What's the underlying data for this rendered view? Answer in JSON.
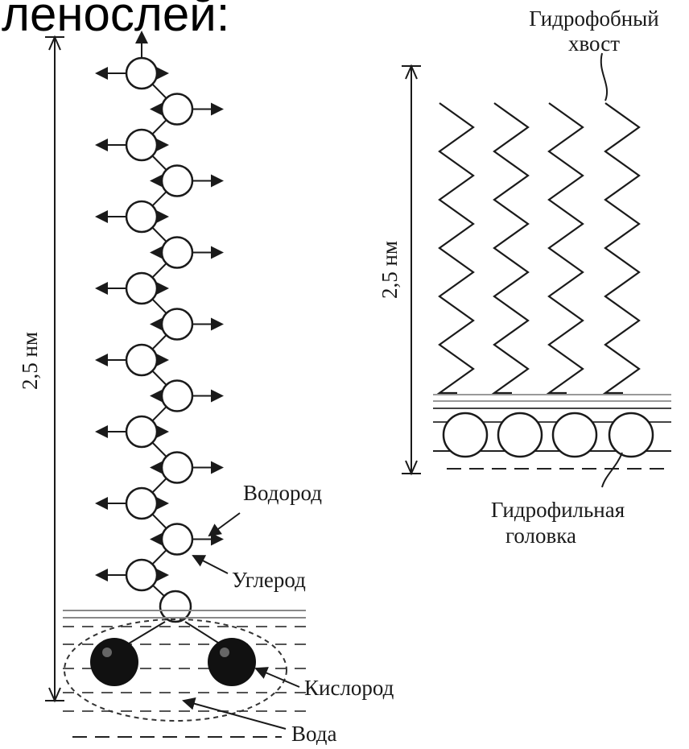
{
  "header_fragment": "ленослей:",
  "left": {
    "size_label": "2,5 нм",
    "hydrogen_label": "Водород",
    "carbon_label": "Углерод",
    "oxygen_label": "Кислород",
    "water_label": "Вода"
  },
  "right": {
    "size_label": "2,5 нм",
    "tail_label_line1": "Гидрофобный",
    "tail_label_line2": "хвост",
    "head_label_line1": "Гидрофильная",
    "head_label_line2": "головка"
  },
  "colors": {
    "ink": "#1a1a1a",
    "water_line": "#777777",
    "oxygen": "#111111"
  }
}
